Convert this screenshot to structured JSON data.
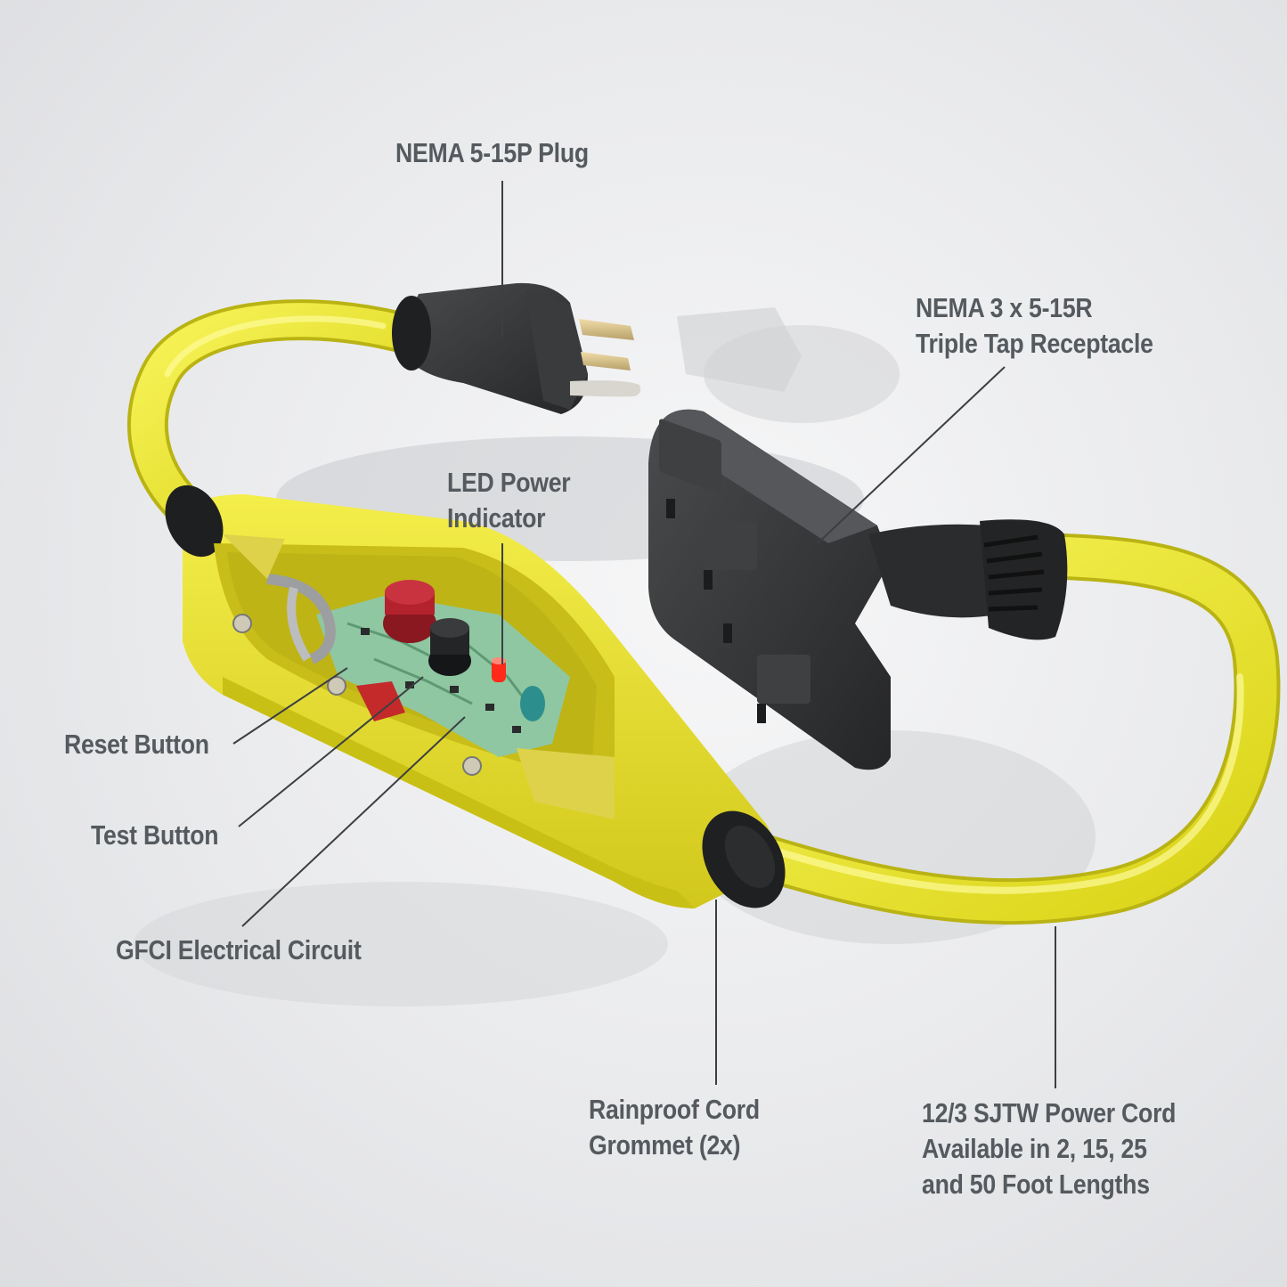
{
  "labels": {
    "plug": "NEMA 5-15P Plug",
    "receptacle": {
      "line1": "NEMA 3 x 5-15R",
      "line2": "Triple Tap Receptacle"
    },
    "led": {
      "line1": "LED Power",
      "line2": "Indicator"
    },
    "reset": "Reset Button",
    "test": "Test Button",
    "gfci": "GFCI Electrical Circuit",
    "grommet": {
      "line1": "Rainproof Cord",
      "line2": "Grommet (2x)"
    },
    "cord": {
      "line1": "12/3 SJTW Power Cord",
      "line2": "Available in 2, 15, 25",
      "line3": "and 50 Foot Lengths"
    }
  },
  "colors": {
    "cord_yellow": "#f2ec2a",
    "housing_yellow": "#efe62c",
    "plug_black": "#2e2f30",
    "label_gray": "#555a5f",
    "pcb_green": "#8fc7a2",
    "reset_red": "#b3222d",
    "led_red": "#ff2a1a"
  }
}
